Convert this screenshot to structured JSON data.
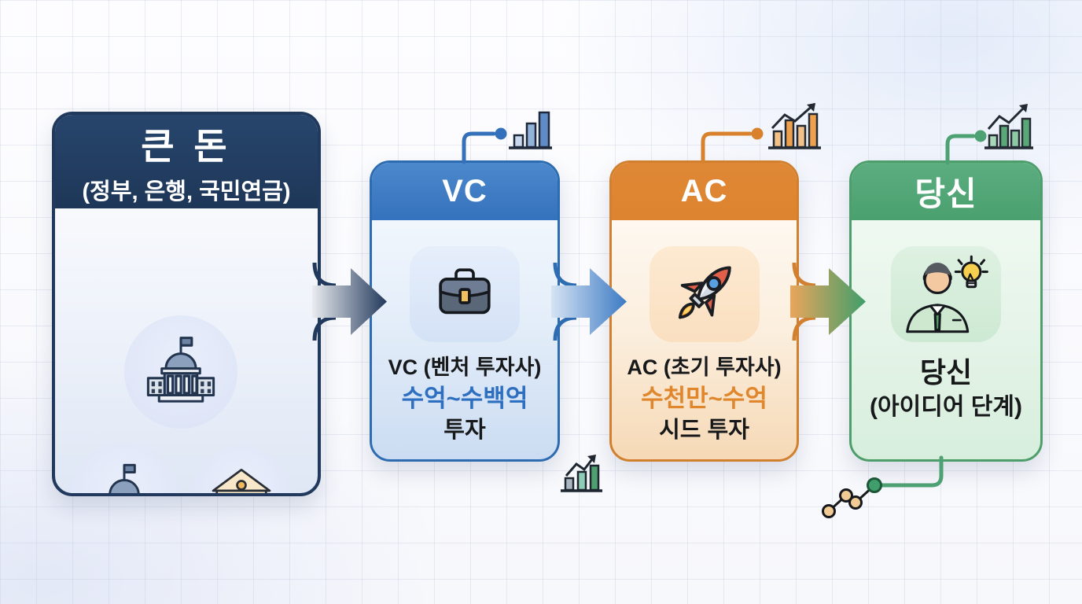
{
  "diagram": {
    "title_flow": "big-money to VC to AC to founder funding flow",
    "source_panel": {
      "title": "큰 돈",
      "subtitle": "(정부, 은행, 국민연금)",
      "icons": [
        "government-building-icon",
        "government-building-icon",
        "bank-building-icon"
      ],
      "header_color": "#20395c"
    },
    "vc_panel": {
      "header": "VC",
      "name_line": "VC (벤처 투자사)",
      "amount_line": "수억~수백억",
      "action_line": "투자",
      "icon": "briefcase-icon",
      "header_color": "#3d7cc6",
      "accent_text_color": "#2e6fc0"
    },
    "ac_panel": {
      "header": "AC",
      "name_line": "AC (초기 투자사)",
      "amount_line": "수천만~수억",
      "action_line": "시드 투자",
      "icon": "rocket-icon",
      "header_color": "#dd8430",
      "accent_text_color": "#e0862c"
    },
    "you_panel": {
      "header": "당신",
      "name_line": "당신",
      "stage_line": "(아이디어 단계)",
      "icon": "founder-with-idea-icon",
      "header_color": "#52a577"
    },
    "decorations": {
      "vc_growth_chart": "blue-bar-chart-icon",
      "ac_growth_chart": "orange-bar-chart-with-arrow-icon",
      "you_growth_chart": "green-bar-chart-with-arrow-icon",
      "bottom_middle_chart": "mixed-bar-chart-with-arrow-icon",
      "bottom_right_chart": "dotted-line-chart-icon",
      "arrow_1_colors": [
        "#e8eaee",
        "#22395c"
      ],
      "arrow_2_colors": [
        "#d4e2f3",
        "#3c7ac4"
      ],
      "arrow_3_colors": [
        "#e8a55b",
        "#3f9e6b"
      ]
    }
  }
}
